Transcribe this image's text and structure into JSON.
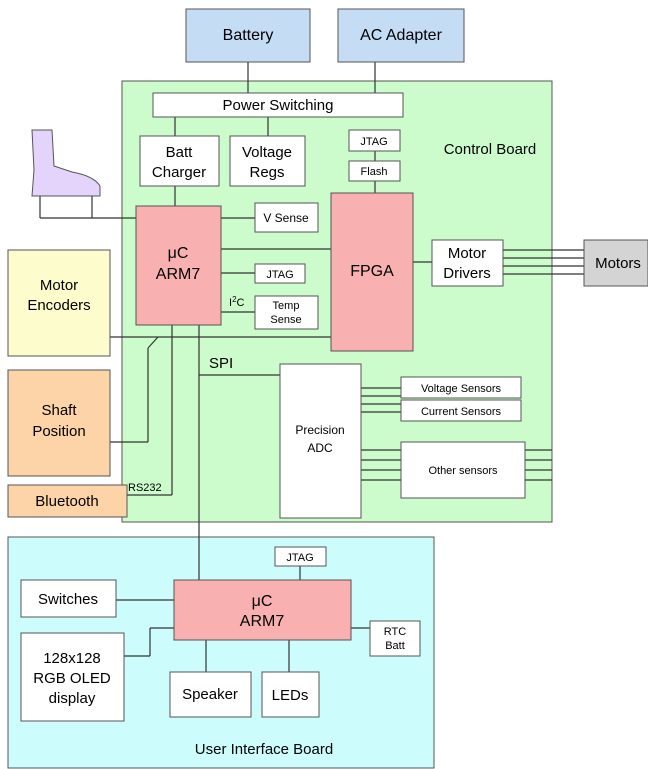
{
  "power": {
    "battery": "Battery",
    "ac_adapter": "AC Adapter",
    "power_switching": "Power Switching",
    "batt_charger": [
      "Batt",
      "Charger"
    ],
    "voltage_regs": [
      "Voltage",
      "Regs"
    ]
  },
  "control_board": {
    "title": "Control Board",
    "jtag_fpga": "JTAG",
    "flash": "Flash",
    "uc_line1": "μC",
    "uc_line2": "ARM7",
    "v_sense": "V Sense",
    "jtag_uc": "JTAG",
    "i2c_prefix": "I",
    "i2c_sup": "2",
    "i2c_suffix": "C",
    "temp_sense": [
      "Temp",
      "Sense"
    ],
    "fpga": "FPGA",
    "motor_drivers": [
      "Motor",
      "Drivers"
    ],
    "spi": "SPI",
    "precision_adc": [
      "Precision",
      "ADC"
    ],
    "voltage_sensors": "Voltage Sensors",
    "current_sensors": "Current Sensors",
    "other_sensors": "Other sensors",
    "rs232": "RS232"
  },
  "external": {
    "motors": "Motors",
    "motor_encoders": [
      "Motor",
      "Encoders"
    ],
    "shaft_position": [
      "Shaft",
      "Position"
    ],
    "bluetooth": "Bluetooth"
  },
  "ui_board": {
    "title": "User Interface Board",
    "jtag": "JTAG",
    "uc_line1": "μC",
    "uc_line2": "ARM7",
    "switches": "Switches",
    "oled": [
      "128x128",
      "RGB OLED",
      "display"
    ],
    "speaker": "Speaker",
    "leds": "LEDs",
    "rtc_batt": [
      "RTC",
      "Batt"
    ]
  },
  "colors": {
    "power_blue": "#c5dcf5",
    "control_green": "#ccfccc",
    "ui_cyan": "#ccfcfc",
    "processor_red": "#f8b0b0",
    "encoder_yellow": "#fcfccc",
    "shaft_orange": "#fcd4a8",
    "motors_gray": "#d4d4d4",
    "boot_purple": "#e4d4fc"
  },
  "icons": {
    "boot": "boot-icon"
  }
}
